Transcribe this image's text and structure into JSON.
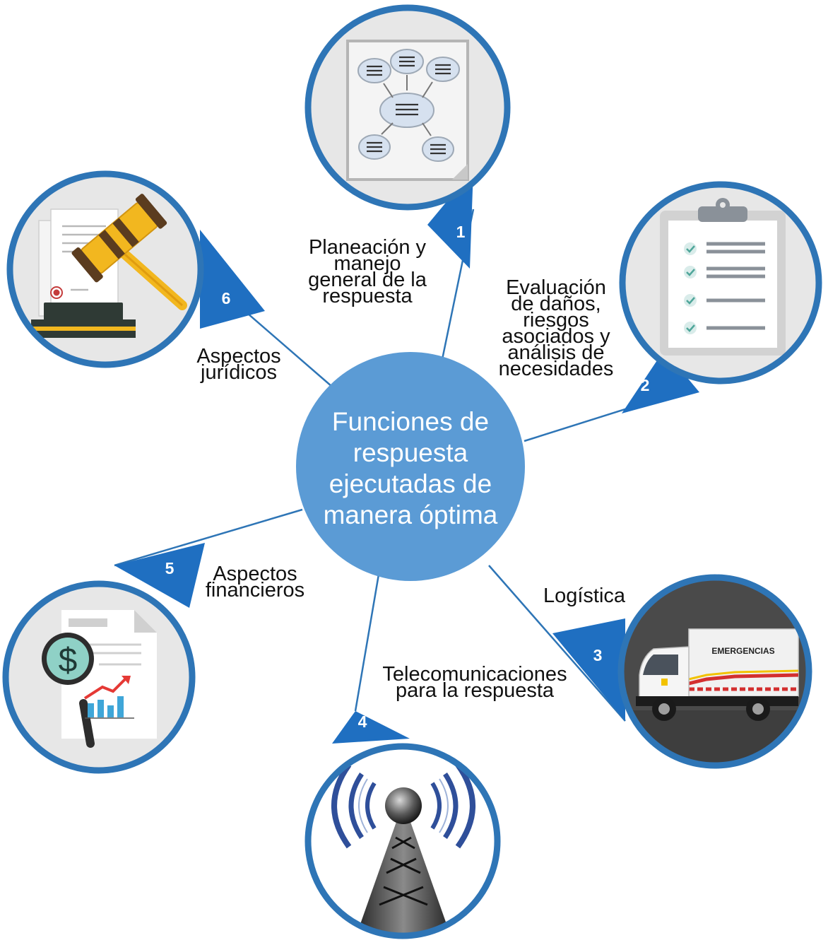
{
  "center": {
    "lines": [
      "Funciones de",
      "respuesta",
      "ejecutadas de",
      "manera óptima"
    ]
  },
  "functions": [
    {
      "number": "1",
      "lines": [
        "Planeación y",
        "manejo",
        "general de la",
        "respuesta"
      ],
      "icon": "concept-map-document-icon"
    },
    {
      "number": "2",
      "lines": [
        "Evaluación",
        "de daños,",
        "riesgos",
        "asociados y",
        "análisis de",
        "necesidades"
      ],
      "icon": "clipboard-checklist-icon"
    },
    {
      "number": "3",
      "lines": [
        "Logística"
      ],
      "icon": "emergency-truck-icon",
      "truck_text": "EMERGENCIAS"
    },
    {
      "number": "4",
      "lines": [
        "Telecomunicaciones",
        "para la respuesta"
      ],
      "icon": "radio-tower-icon"
    },
    {
      "number": "5",
      "lines": [
        "Aspectos",
        "financieros"
      ],
      "icon": "financial-analysis-icon",
      "currency_symbol": "$"
    },
    {
      "number": "6",
      "lines": [
        "Aspectos",
        "jurídicos"
      ],
      "icon": "gavel-document-icon"
    }
  ],
  "colors": {
    "ring": "#2e75b6",
    "pointer": "#1f6fc1",
    "center": "#5b9bd5",
    "connector": "#2e75b6",
    "icon_background": "#e7e7e7"
  }
}
